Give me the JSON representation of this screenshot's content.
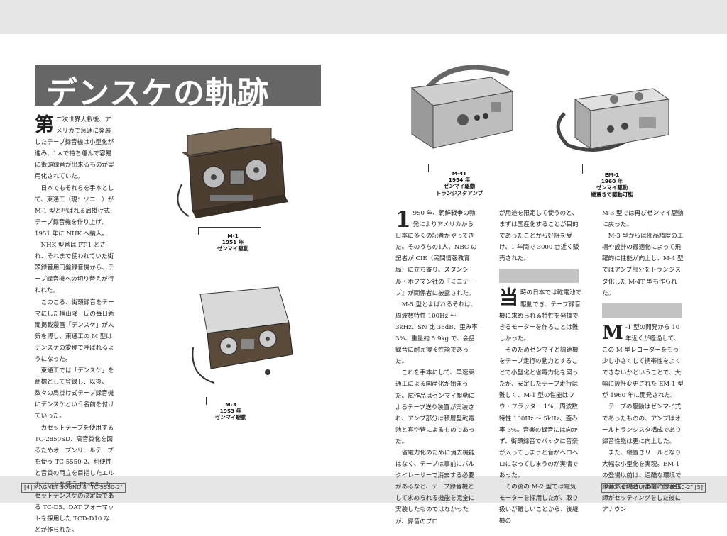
{
  "title": "デンスケの軌跡",
  "column1": {
    "dropcap": "第",
    "lead": "二次世界大戦後、アメリカで急速に発展したテープ録音機は小型化が進み、1人で持ち運んで容易に街頭録音が出来るものが実用化されていた。",
    "paragraphs": [
      "日本でもそれらを手本として、東通工（現：ソニー）が M-1 型と呼ばれる肩掛け式テープ録音機を作り上げ、1951 年に NHK へ納入。",
      "NHK 型番は PT-1 とされ、それまで使われていた街頭録音用円盤録音機から、テープ録音機への切り替えが行われた。",
      "このころ、街頭録音をテーマにした横山隆一氏の毎日新聞掲載漫画「デンスケ」が人気を博し、東通工の M 型はデンスケの愛称で呼ばれるようになった。",
      "東通工では「デンスケ」を商標として登録し、以後、数々の肩掛け式テープ録音機にデンスケという名前を付けていった。",
      "カセットテープを使用する TC-2850SD、高音質化を図るためオープンリールテープを使う TC-5550-2、利便性と音質の両立を目指したエルカセットを使う EL-D8、カセットデンスケの決定版である TC-D5、DAT フォーマットを採用した TCD-D10 などが作られた。"
    ]
  },
  "column2": {
    "dropcap": "1",
    "lead": "950 年、朝鮮戦争の勃発によりアメリカから日本に多くの記者がやってきた。そのうちの1人、NBC の記者が CIE（民間情報教育局）に立ち寄り、スタンシル・ホフマン社の『ミニテープ』が関係者に披露された。",
    "paragraphs": [
      "M-5 型とよばれるそれは、周波数特性 100Hz 〜 3kHz、SN 比 35dB、歪み率 3%、重量約 5.9kg で、会話録音に耐え得る性能であった。",
      "これを手本にして、早速東通工による国産化が始まった。試作品はゼンマイ駆動によるテープ送り装置が実装され、アンプ部分は積層型乾電池と真空管によるものであった。",
      "省電力化のために消去機能はなく、テープは事前にバルクイレーサーで消去する必要があるなど、テープ録音機として求められる機能を完全に実装したものではなかったが、録音のプロ"
    ]
  },
  "column3": {
    "lead": "が用途を限定して使うのと、まずは国産化することが目的であったことから好評を受け、1 年間で 3000 台近く販売された。",
    "dropcap": "当",
    "body": "時の日本では乾電池で駆動でき、テープ録音機に求められる特性を発揮できるモーターを作ることは難しかった。",
    "paragraphs": [
      "そのためゼンマイと調速機をテープ走行の動力とすることで小型化と省電力化を図ったが、安定したテープ走行は難しく、M-1 型の性能はワウ・フラッター 1%、周波数特性 100Hz 〜 5kHz、歪み率 3%。音楽の録音には向かず、街頭録音でバックに音楽が入ってしまうと音がへロへロになってしまうのが実情であった。",
      "その後の M-2 型では電気モーターを採用したが、取り扱いが難しいことから、後継機の"
    ]
  },
  "column4": {
    "lead": "M-3 型では再びゼンマイ駆動に戻った。",
    "paragraphs_a": [
      "M-3 型からは部品精度の工場や設計の最適化によって飛躍的に性能が向上し、M-4 型ではアンプ部分をトランジスタ化した M-4T 型も作られた。"
    ],
    "dropcap": "M",
    "body": "-1 型の開発から 10 年近くが経過して、この M 型レコーダーをもう少し小さくして携帯性をよくできないかということで、大幅に設計変更された EM-1 型が 1960 年に開発された。",
    "paragraphs_b": [
      "テープの駆動はゼンマイ式であったものの、アンプはオールトランジスタ構成であり録音性能は更に向上した。",
      "また、縦置きリールとなり大幅な小型化を実現。EM-1 の登場以前は、過酷な環境で録音する場合、事前に録音技師がセッティングをした後にアナウン"
    ]
  },
  "captions": {
    "m1": [
      "M-1",
      "1951 年",
      "ゼンマイ駆動"
    ],
    "m3": [
      "M-3",
      "1953 年",
      "ゼンマイ駆動"
    ],
    "m4t": [
      "M-4T",
      "1954 年",
      "ゼンマイ駆動",
      "トランジスタアンプ"
    ],
    "em1": [
      "EM-1",
      "1960 年",
      "ゼンマイ駆動",
      "縦置きで駆動可能"
    ]
  },
  "footer": {
    "left": "[4] MAGNET SOUND 8 \"TC-5550-2\"",
    "right": "MAGNET SOUND 8 \"TC-5550-2\" [5]"
  }
}
